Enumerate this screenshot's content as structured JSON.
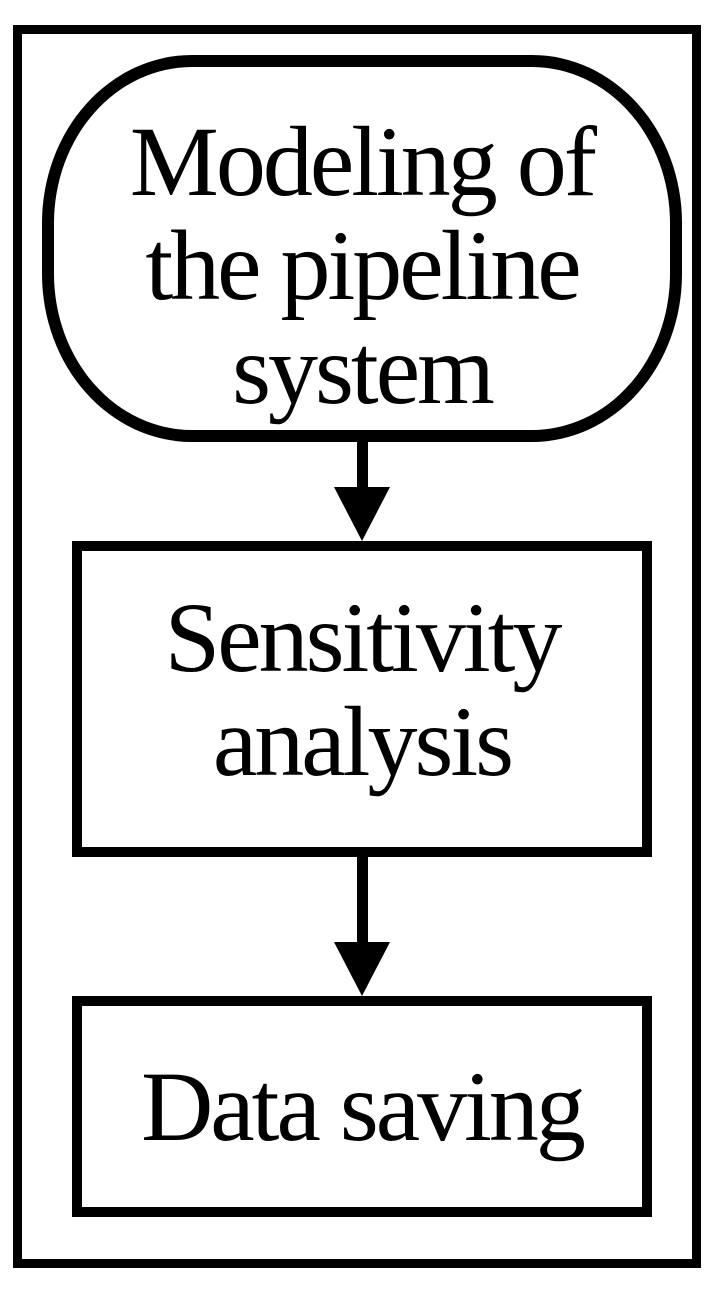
{
  "colors": {
    "background": "#ffffff",
    "stroke": "#000000",
    "text": "#000000"
  },
  "nodes": [
    {
      "id": "modeling",
      "type": "terminator-rounded",
      "lines": [
        "Modeling of",
        "the pipeline",
        "system"
      ]
    },
    {
      "id": "sensitivity-analysis",
      "type": "process-rect",
      "lines": [
        "Sensitivity",
        "analysis"
      ]
    },
    {
      "id": "data-saving",
      "type": "process-rect",
      "lines": [
        "Data saving"
      ]
    }
  ],
  "edges": [
    {
      "from": "modeling",
      "to": "sensitivity-analysis",
      "direction": "down"
    },
    {
      "from": "sensitivity-analysis",
      "to": "data-saving",
      "direction": "down"
    }
  ]
}
